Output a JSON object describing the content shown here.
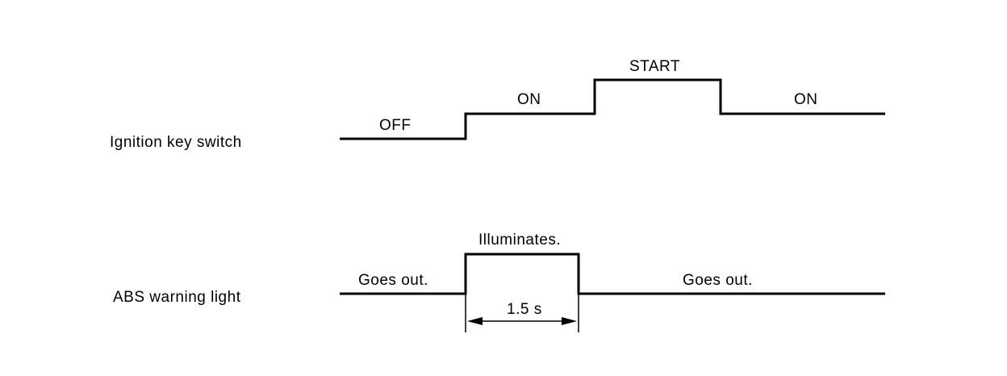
{
  "signals": {
    "ignition": {
      "label": "Ignition key switch",
      "states": {
        "off": "OFF",
        "on_1": "ON",
        "start": "START",
        "on_2": "ON"
      }
    },
    "abs": {
      "label": "ABS warning light",
      "states": {
        "out_1": "Goes out.",
        "illuminates": "Illuminates.",
        "out_2": "Goes out."
      },
      "duration_label": "1.5 s"
    }
  }
}
